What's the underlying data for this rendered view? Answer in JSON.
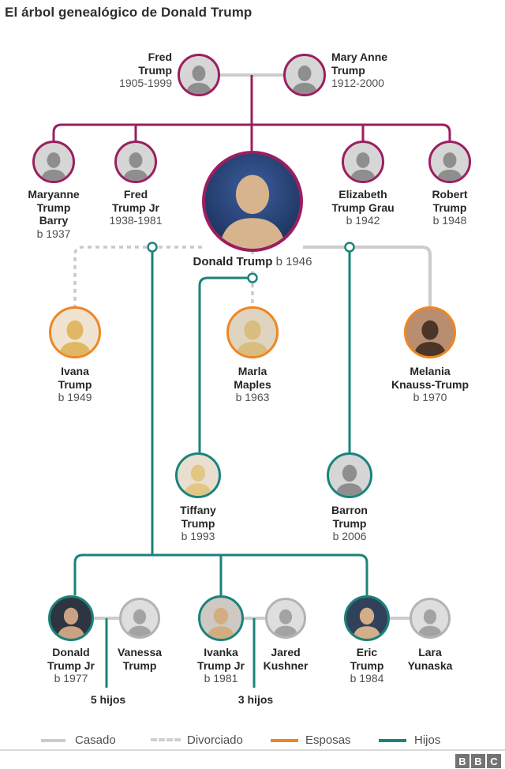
{
  "title": "El árbol genealógico de Donald Trump",
  "colors": {
    "magenta": "#9a1f60",
    "orange": "#ef8623",
    "teal": "#1a837a",
    "grayline": "#cccccc",
    "textdark": "#262626",
    "textgray": "#4f4f4f"
  },
  "people": [
    {
      "id": "fred-trump",
      "role": "parent",
      "name1": "Fred",
      "name2": "Trump",
      "sub": "1905-1999",
      "photo": false
    },
    {
      "id": "mary-anne-trump",
      "role": "parent",
      "name1": "Mary Anne",
      "name2": "Trump",
      "sub": "1912-2000",
      "photo": false
    },
    {
      "id": "maryanne-trump-barry",
      "role": "sibling",
      "name1": "Maryanne",
      "name2": "Trump",
      "name3": "Barry",
      "sub": "b 1937",
      "photo": false
    },
    {
      "id": "fred-trump-jr",
      "role": "sibling",
      "name1": "Fred",
      "name2": "Trump Jr",
      "sub": "1938-1981",
      "photo": false
    },
    {
      "id": "donald-trump",
      "role": "subject",
      "name": "Donald Trump",
      "sub": "b 1946",
      "photo": true
    },
    {
      "id": "elizabeth-trump-grau",
      "role": "sibling",
      "name1": "Elizabeth",
      "name2": "Trump Grau",
      "sub": "b 1942",
      "photo": false
    },
    {
      "id": "robert-trump",
      "role": "sibling",
      "name1": "Robert",
      "name2": "Trump",
      "sub": "b 1948",
      "photo": false
    },
    {
      "id": "ivana-trump",
      "role": "wife",
      "name1": "Ivana",
      "name2": "Trump",
      "sub": "b 1949",
      "photo": true
    },
    {
      "id": "marla-maples",
      "role": "wife",
      "name1": "Marla",
      "name2": "Maples",
      "sub": "b 1963",
      "photo": true
    },
    {
      "id": "melania-knauss-trump",
      "role": "wife",
      "name1": "Melania",
      "name2": "Knauss-Trump",
      "sub": "b 1970",
      "photo": true
    },
    {
      "id": "tiffany-trump",
      "role": "child",
      "name1": "Tiffany",
      "name2": "Trump",
      "sub": "b 1993",
      "photo": true
    },
    {
      "id": "barron-trump",
      "role": "child",
      "name1": "Barron",
      "name2": "Trump",
      "sub": "b 2006",
      "photo": false
    },
    {
      "id": "donald-trump-jr",
      "role": "child",
      "name1": "Donald",
      "name2": "Trump Jr",
      "sub": "b 1977",
      "photo": true
    },
    {
      "id": "vanessa-trump",
      "role": "spouse",
      "name1": "Vanessa",
      "name2": "Trump",
      "photo": false
    },
    {
      "id": "ivanka-trump-jr",
      "role": "child",
      "name1": "Ivanka",
      "name2": "Trump Jr",
      "sub": "b 1981",
      "photo": true
    },
    {
      "id": "jared-kushner",
      "role": "spouse",
      "name1": "Jared",
      "name2": "Kushner",
      "photo": false
    },
    {
      "id": "eric-trump",
      "role": "child",
      "name1": "Eric",
      "name2": "Trump",
      "sub": "b 1984",
      "photo": true
    },
    {
      "id": "lara-yunaska",
      "role": "spouse",
      "name1": "Lara",
      "name2": "Yunaska",
      "photo": false
    }
  ],
  "annotations": {
    "left_children": "5 hijos",
    "right_children": "3 hijos"
  },
  "legend": {
    "items": [
      {
        "label": "Casado",
        "style": "solid",
        "color": "gray"
      },
      {
        "label": "Divorciado",
        "style": "dashed",
        "color": "gray"
      },
      {
        "label": "Esposas",
        "style": "solid",
        "color": "orange"
      },
      {
        "label": "Hijos",
        "style": "solid",
        "color": "teal"
      }
    ]
  },
  "logo": {
    "letters": [
      "B",
      "B",
      "C"
    ]
  }
}
